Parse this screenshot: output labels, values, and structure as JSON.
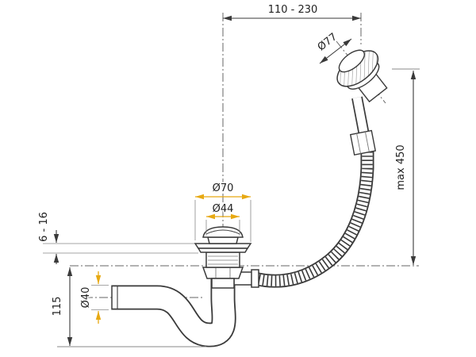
{
  "diagram": {
    "type": "technical-drawing",
    "subject": "bathtub-drain-overflow-siphon-set",
    "labels": {
      "top_span": "110 - 230",
      "knob_diameter": "Ø77",
      "max_height": "max 450",
      "flange_diameter": "Ø70",
      "plug_diameter": "Ø44",
      "panel_thickness": "6 - 16",
      "trap_depth": "115",
      "pipe_diameter": "Ø40"
    },
    "colors": {
      "line": "#3a3a3a",
      "centerline": "#666666",
      "highlight": "#e7a912",
      "background": "#ffffff"
    }
  }
}
